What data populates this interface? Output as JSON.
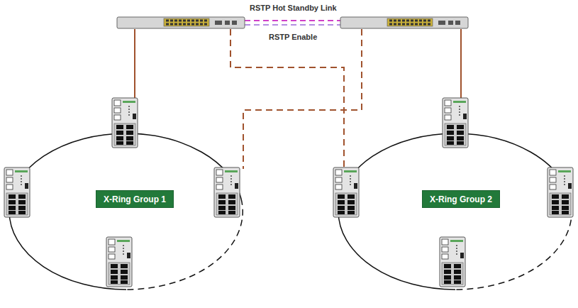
{
  "diagram": {
    "nodes": [
      {
        "text": [
          "X-Ring Group 1"
        ]
      },
      {
        "text": [
          "X-Ring Group 2"
        ]
      }
    ],
    "labels": [
      "RSTP Hot Standby Link",
      "RSTP Enable"
    ]
  }
}
